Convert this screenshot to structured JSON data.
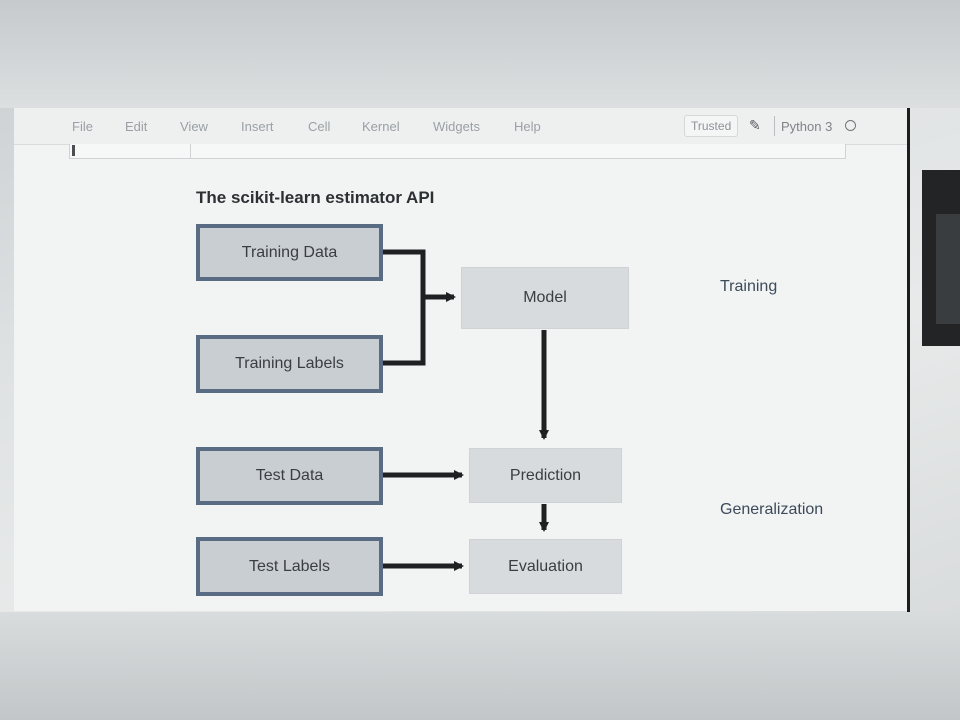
{
  "menu": {
    "items": [
      "File",
      "Edit",
      "View",
      "Insert",
      "Cell",
      "Kernel",
      "Widgets",
      "Help"
    ],
    "trusted_label": "Trusted",
    "kernel_label": "Python 3"
  },
  "diagram": {
    "title": "The scikit-learn estimator API",
    "boxes": {
      "training_data": "Training Data",
      "training_labels": "Training Labels",
      "model": "Model",
      "test_data": "Test Data",
      "prediction": "Prediction",
      "test_labels": "Test Labels",
      "evaluation": "Evaluation"
    },
    "phases": {
      "training": "Training",
      "generalization": "Generalization"
    }
  },
  "colors": {
    "input_box_border": "#5a6b84",
    "input_box_fill": "#c9ced2",
    "process_box_fill": "#d8dbdd",
    "arrow": "#1e2022"
  },
  "icons": [
    "pencil-icon",
    "kernel-status-icon"
  ]
}
